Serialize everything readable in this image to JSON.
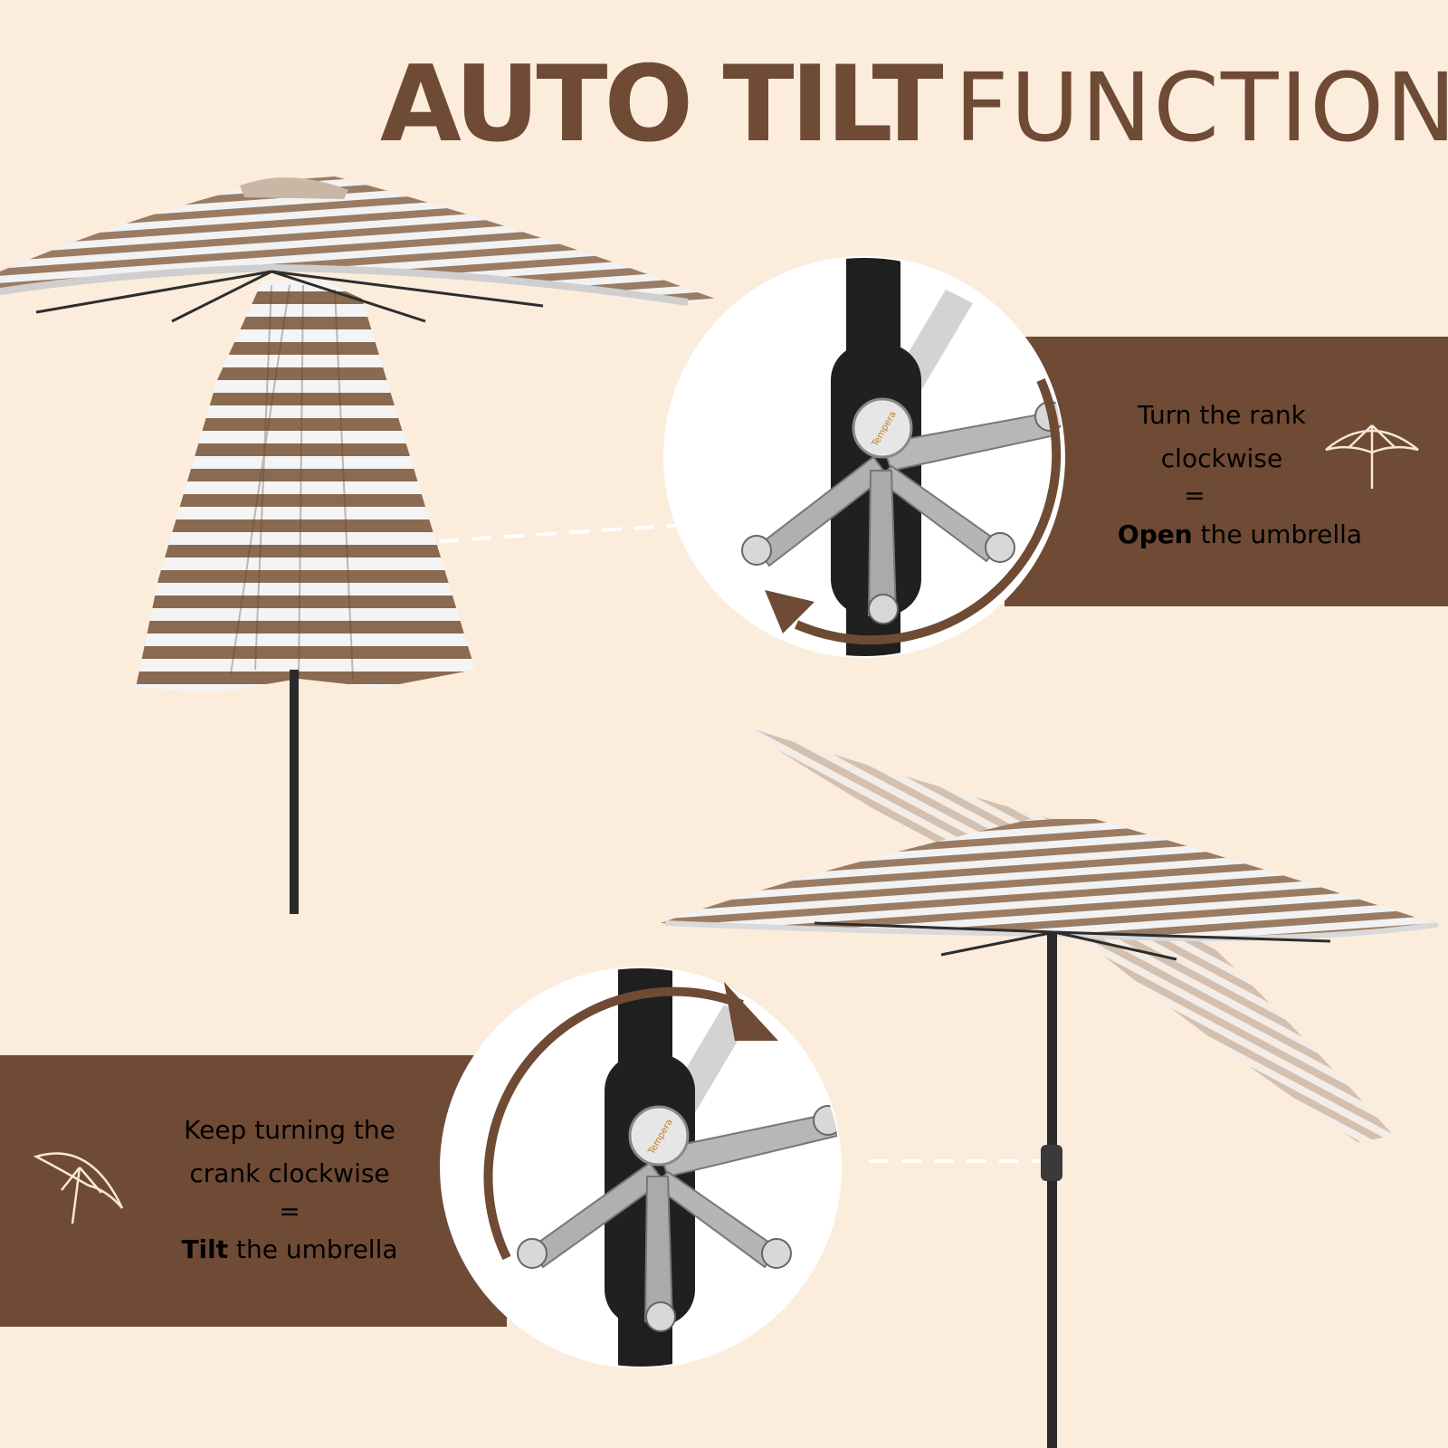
{
  "title": {
    "bold": "AUTO TILT",
    "light": "FUNCTION"
  },
  "step_open": {
    "line1": "Turn the rank",
    "line2": "clockwise",
    "equals": "=",
    "action_bold": "Open",
    "action_rest": " the umbrella"
  },
  "step_tilt": {
    "line1": "Keep turning the",
    "line2": "crank clockwise",
    "equals": "=",
    "action_bold": "Tilt",
    "action_rest": " the umbrella"
  },
  "crank_brand": "Tempera",
  "colors": {
    "background": "#fcecdc",
    "brown": "#6f4a34",
    "stripe_light": "#f4f4f4",
    "stripe_dark": "#8a6a50",
    "pole": "#2a2a2a"
  }
}
